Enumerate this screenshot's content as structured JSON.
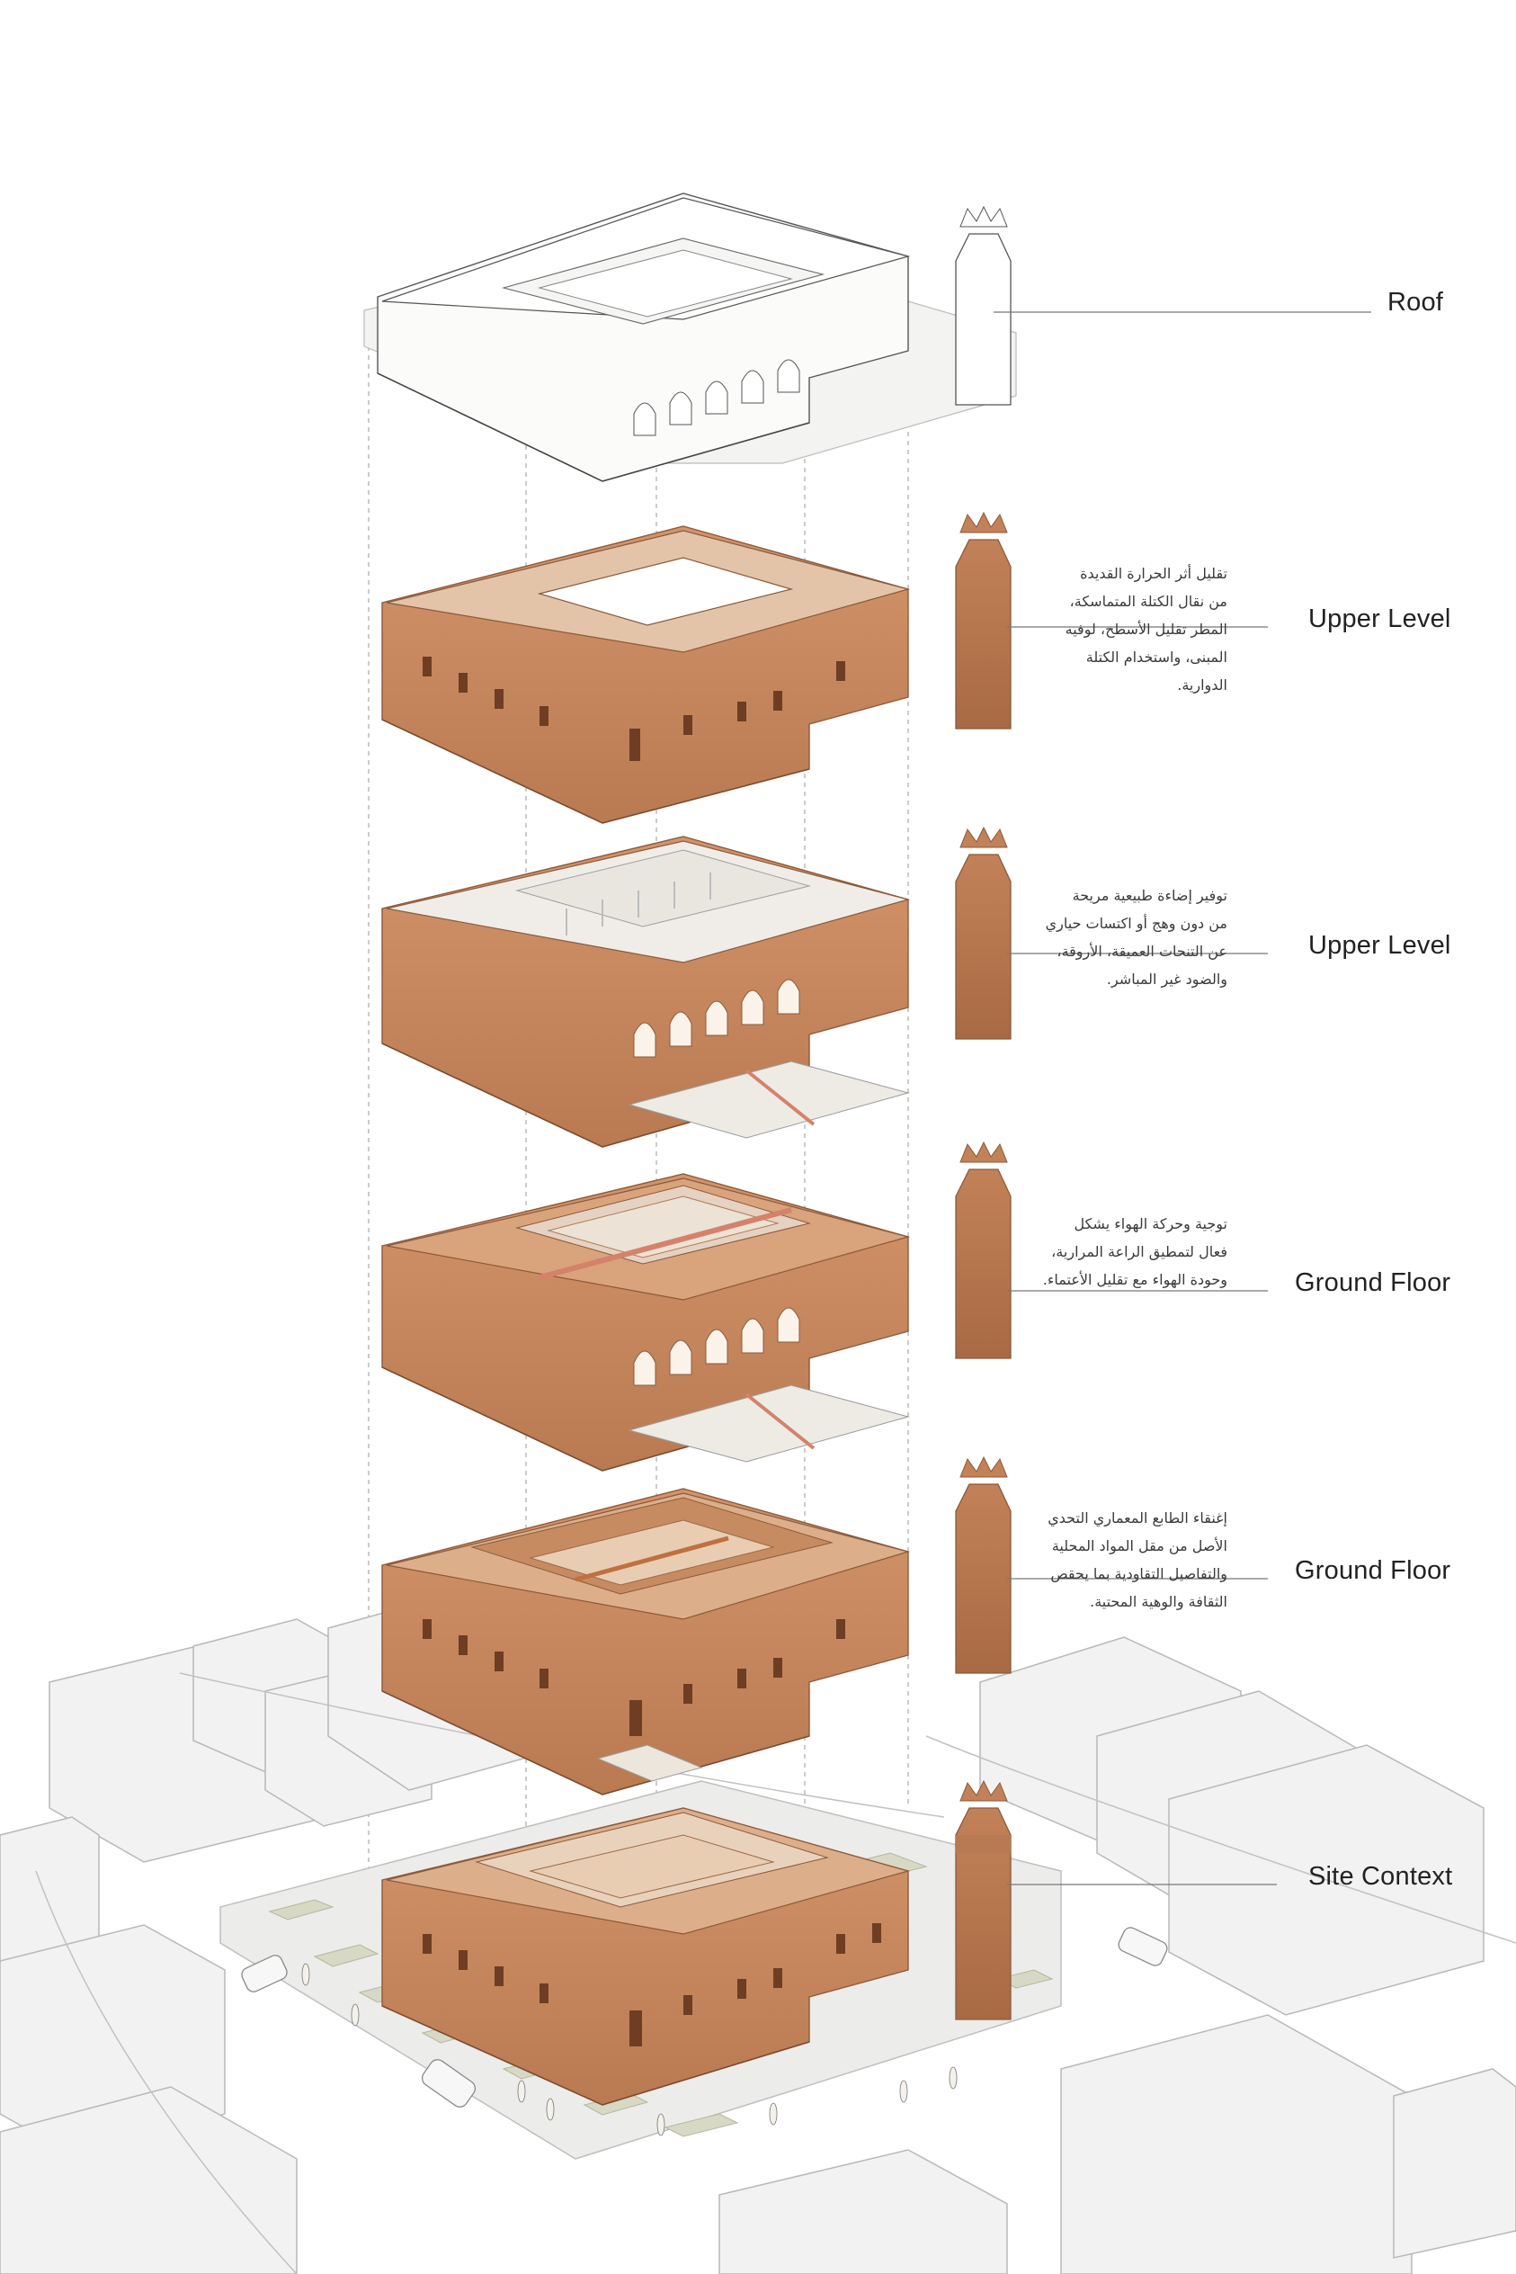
{
  "layers": [
    {
      "id": "roof",
      "label": "Roof",
      "note": []
    },
    {
      "id": "upper-level-1",
      "label": "Upper Level",
      "note": [
        "تقليل أثر الحرارة القديدة",
        "من نقال الكتلة المتماسكة،",
        "المطر تقليل الأسطح، لوفيه",
        "المبنى، واستخدام الكتلة",
        "الدوارية."
      ]
    },
    {
      "id": "upper-level-2",
      "label": "Upper Level",
      "note": [
        "توفير إضاءة طبيعية مريحة",
        "من دون وهج أو اكتسات حياري",
        "عن التنحات العميقة، الأروقة،",
        "والضود غير المباشر."
      ]
    },
    {
      "id": "ground-floor-1",
      "label": "Ground Floor",
      "note": [
        "توجية وحركة الهواء يشكل",
        "فعال لتمطيق الراعة المرارية،",
        "وحودة الهواء مع تقليل الأعتماء."
      ]
    },
    {
      "id": "ground-floor-2",
      "label": "Ground Floor",
      "note": [
        "إغنقاء الطابع المعماري التحدي",
        "الأصل من مقل المواد المحلية",
        "والتفاصيل التقاودية بما يحقص",
        "الثقافة والوهية المحتية."
      ]
    },
    {
      "id": "site-context",
      "label": "Site Context",
      "note": []
    }
  ],
  "colors": {
    "brick": "#c9895e",
    "brick_light": "#dca47c",
    "brick_dark": "#9a5f3c",
    "roof_white": "#f7f7f5",
    "ground": "#ececea",
    "line": "#555555",
    "path": "#d4826a"
  }
}
